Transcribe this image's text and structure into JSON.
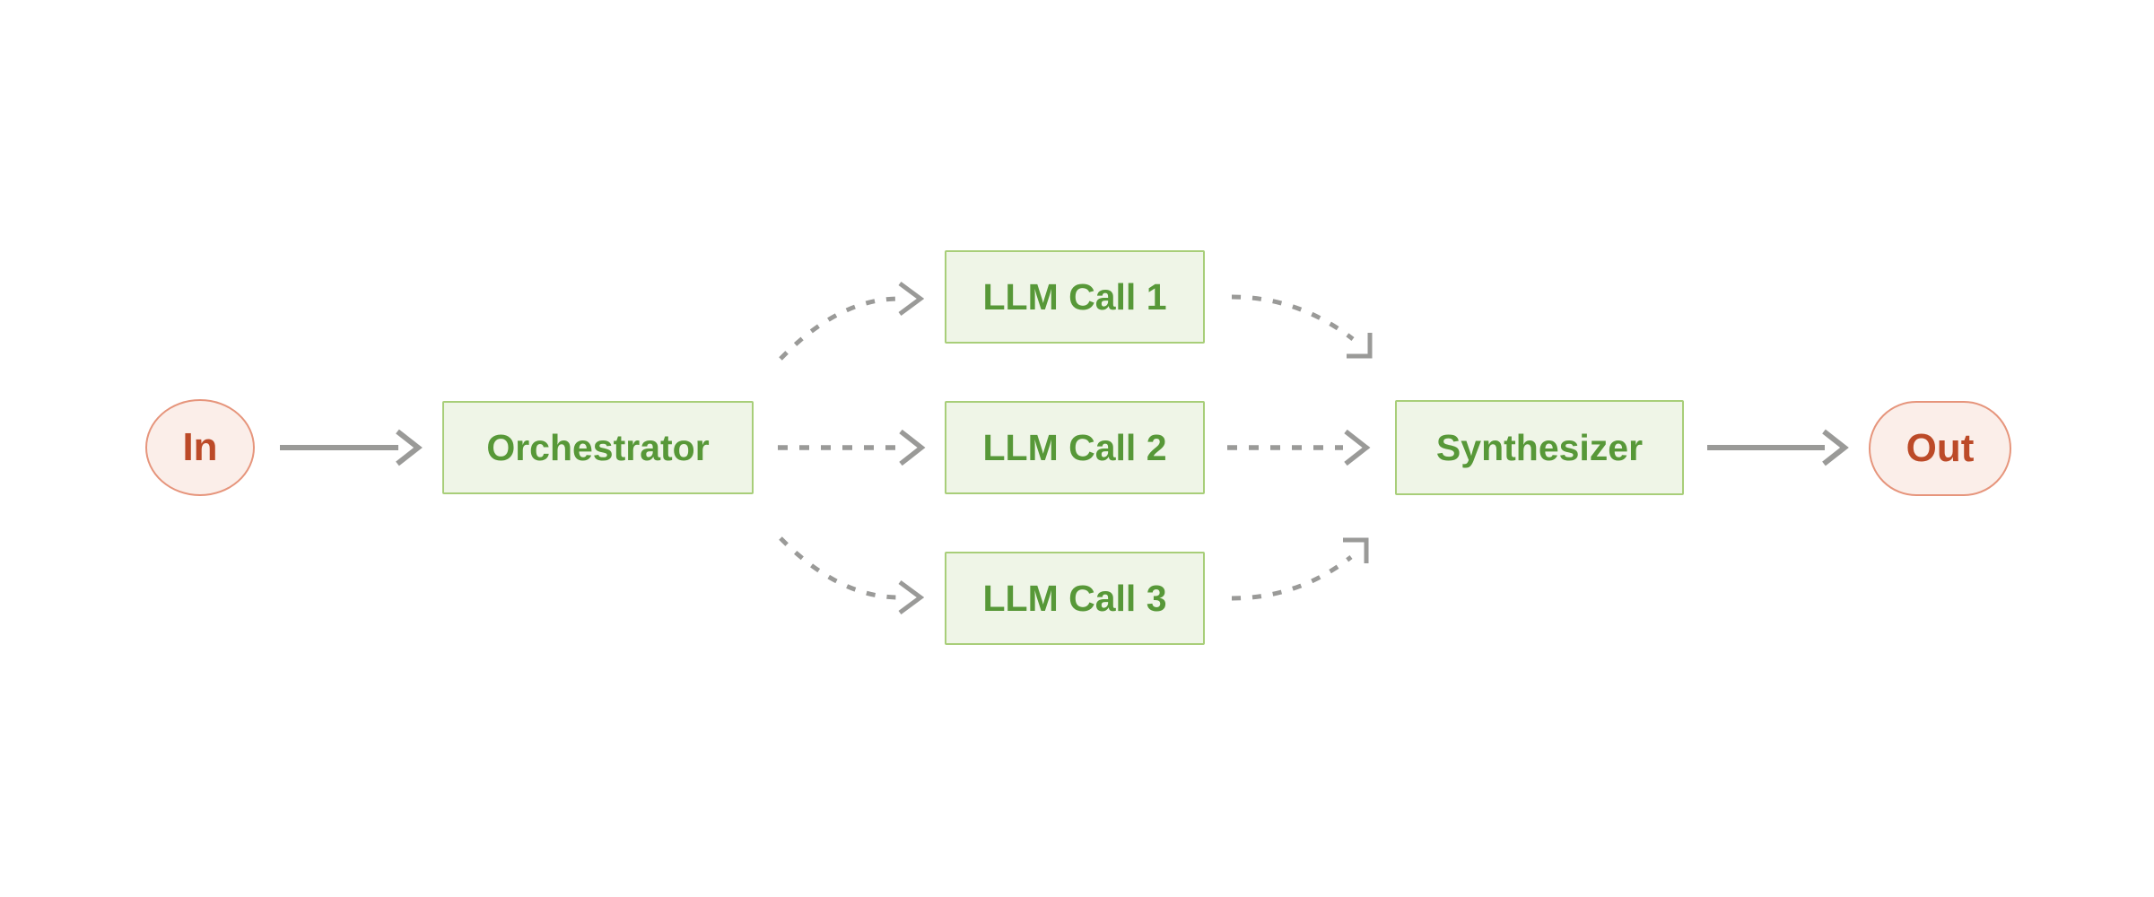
{
  "diagram": {
    "kind": "workflow-flow-diagram",
    "nodes": {
      "in": {
        "label": "In",
        "shape": "ellipse",
        "role": "input-terminal"
      },
      "orchestrator": {
        "label": "Orchestrator",
        "shape": "rectangle"
      },
      "llm_call_1": {
        "label": "LLM Call 1",
        "shape": "rectangle"
      },
      "llm_call_2": {
        "label": "LLM Call 2",
        "shape": "rectangle"
      },
      "llm_call_3": {
        "label": "LLM Call 3",
        "shape": "rectangle"
      },
      "synthesizer": {
        "label": "Synthesizer",
        "shape": "rectangle"
      },
      "out": {
        "label": "Out",
        "shape": "pill",
        "role": "output-terminal"
      }
    },
    "edges": [
      {
        "from": "in",
        "to": "orchestrator",
        "style": "solid-arrow"
      },
      {
        "from": "orchestrator",
        "to": "llm_call_1",
        "style": "dashed-curved-arrow"
      },
      {
        "from": "orchestrator",
        "to": "llm_call_2",
        "style": "dashed-straight-arrow"
      },
      {
        "from": "orchestrator",
        "to": "llm_call_3",
        "style": "dashed-curved-arrow"
      },
      {
        "from": "llm_call_1",
        "to": "synthesizer",
        "style": "dashed-curved-arrow"
      },
      {
        "from": "llm_call_2",
        "to": "synthesizer",
        "style": "dashed-straight-arrow"
      },
      {
        "from": "llm_call_3",
        "to": "synthesizer",
        "style": "dashed-curved-arrow"
      },
      {
        "from": "synthesizer",
        "to": "out",
        "style": "solid-arrow"
      }
    ],
    "colors": {
      "background": "#ffffff",
      "node_green_fill": "#eff5e7",
      "node_green_border": "#a8ce79",
      "node_green_text": "#579838",
      "node_pink_fill": "#fbeee9",
      "node_pink_border": "#e6957c",
      "node_pink_text": "#bc4a28",
      "arrow_gray": "#9a9a98"
    }
  }
}
